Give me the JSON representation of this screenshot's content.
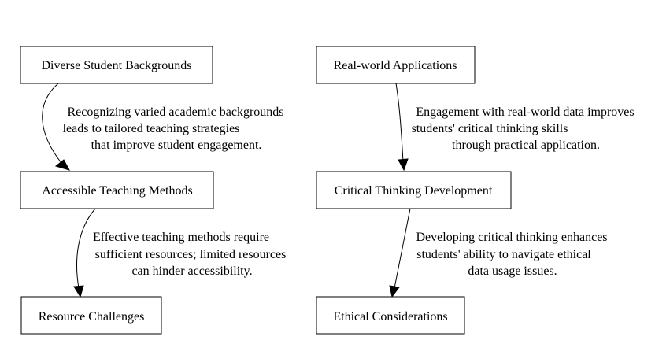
{
  "nodes": {
    "diverse": "Diverse Student Backgrounds",
    "accessible": "Accessible Teaching Methods",
    "resource": "Resource Challenges",
    "realworld": "Real-world Applications",
    "critical": "Critical Thinking Development",
    "ethical": "Ethical Considerations"
  },
  "edges": {
    "diverse_accessible": [
      "Recognizing varied academic backgrounds",
      "leads to tailored teaching strategies",
      "that improve student engagement."
    ],
    "accessible_resource": [
      "Effective teaching methods require",
      "sufficient resources; limited resources",
      "can hinder accessibility."
    ],
    "realworld_critical": [
      "Engagement with real-world data improves",
      "students' critical thinking skills",
      "through practical application."
    ],
    "critical_ethical": [
      "Developing critical thinking enhances",
      "students' ability to navigate ethical",
      "data usage issues."
    ]
  }
}
